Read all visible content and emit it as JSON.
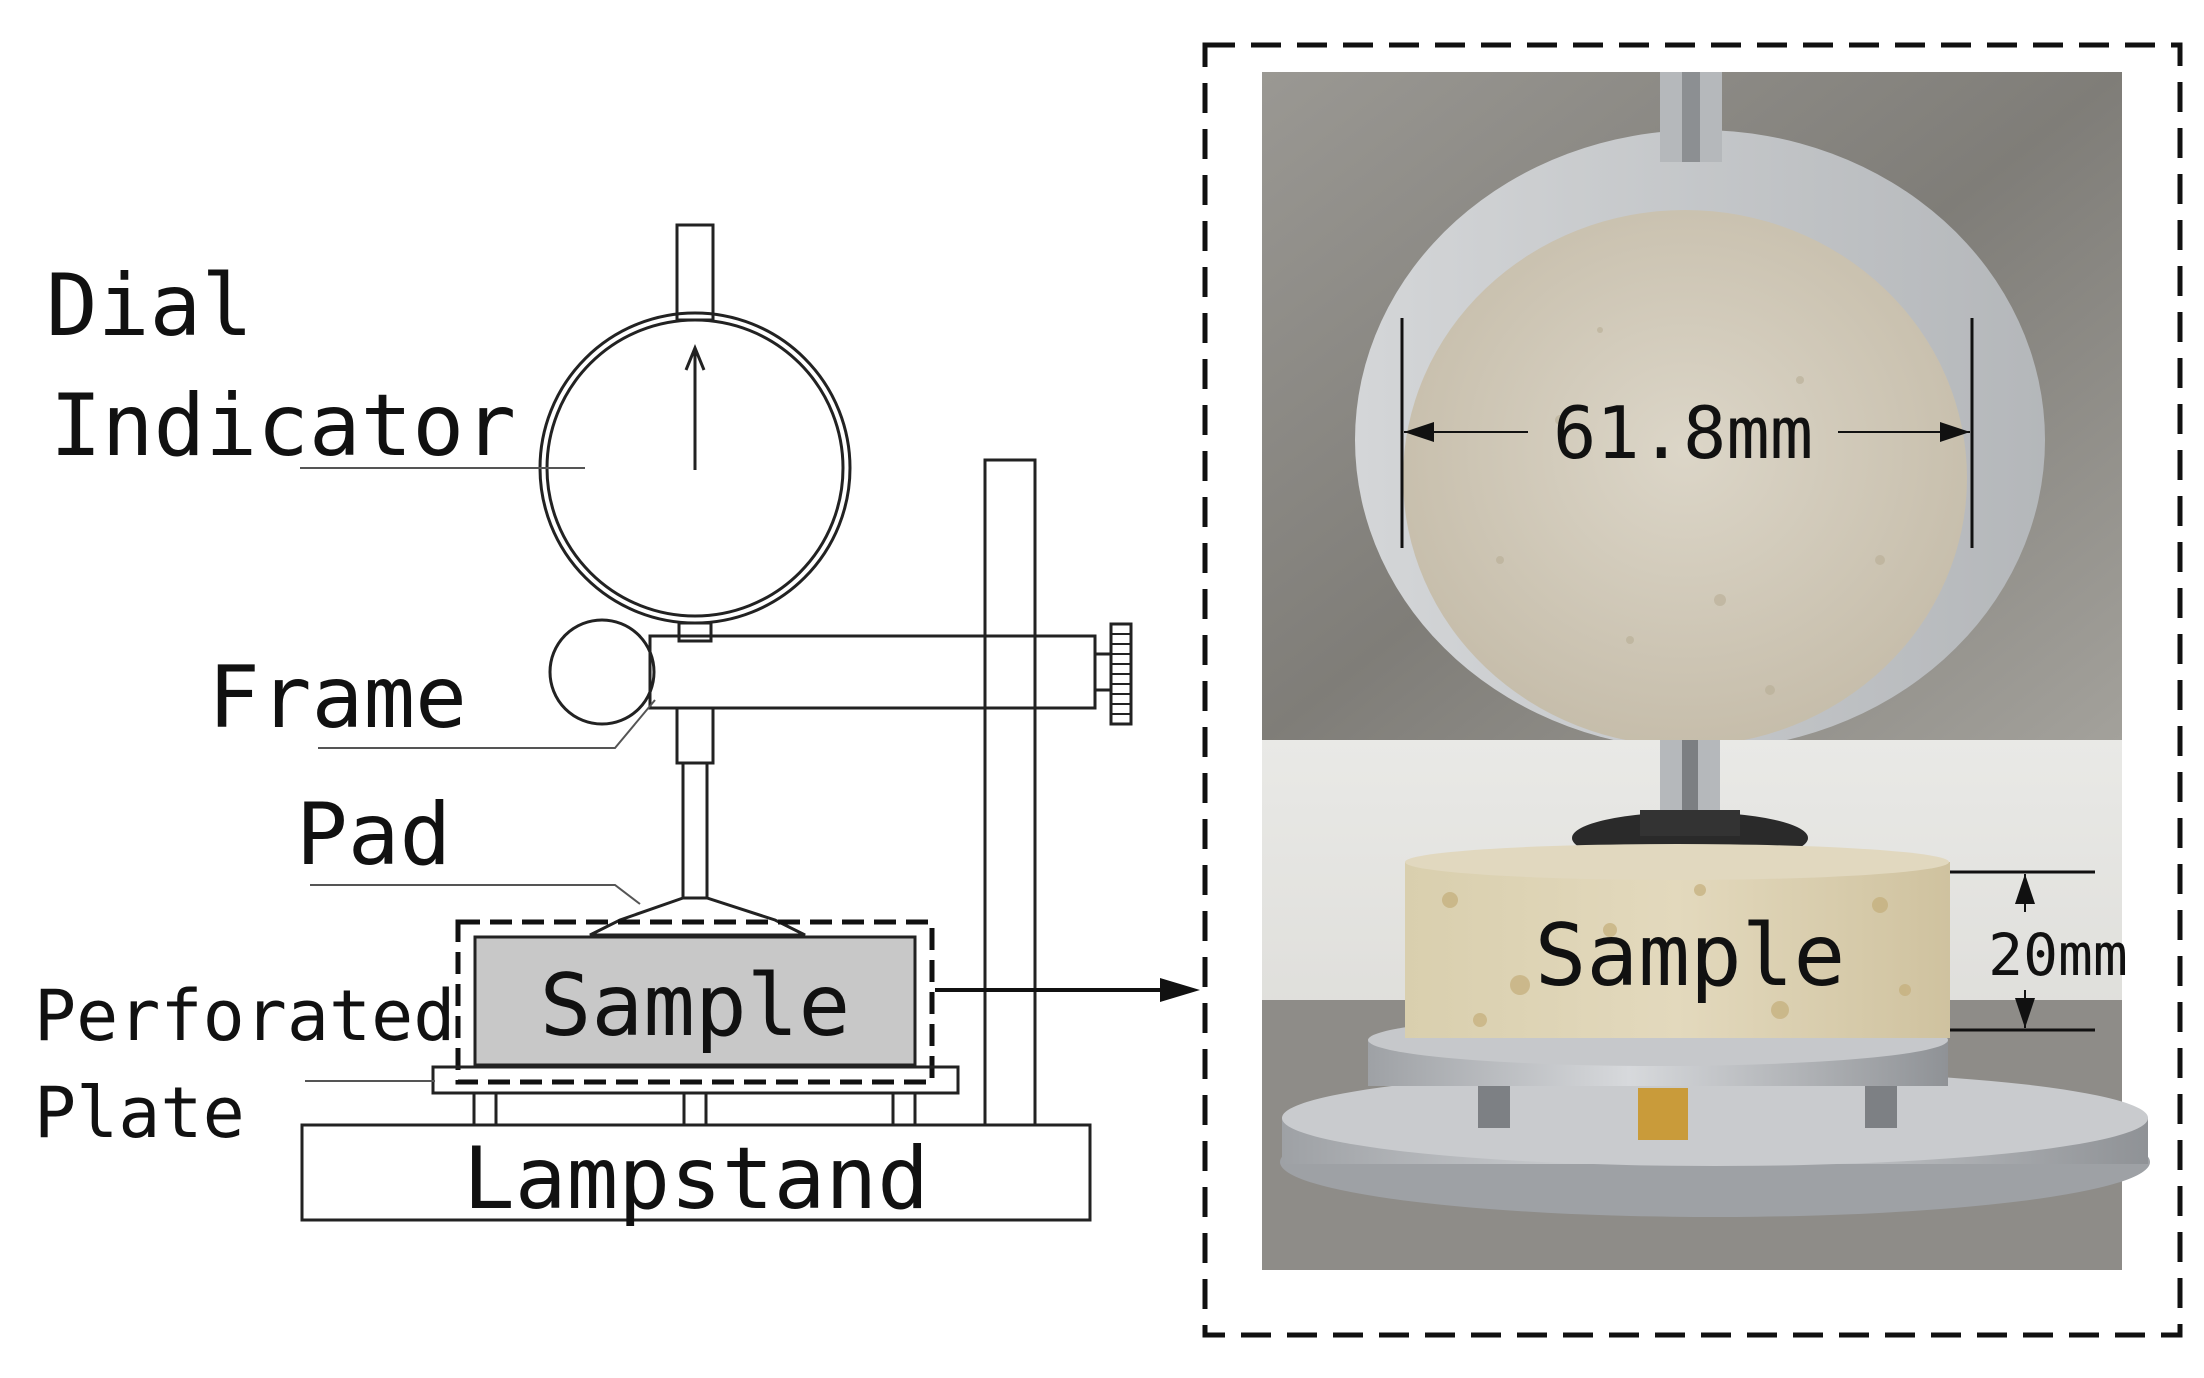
{
  "schematic": {
    "labels": {
      "dial_indicator_line1": "Dial",
      "dial_indicator_line2": "Indicator",
      "frame": "Frame",
      "pad": "Pad",
      "sample": "Sample",
      "perforated_line1": "Perforated",
      "perforated_line2": "Plate",
      "lampstand": "Lampstand"
    }
  },
  "photos": {
    "diameter_label": "61.8mm",
    "sample_label": "Sample",
    "height_label": "20mm"
  },
  "colors": {
    "sample_fill": "#c8c8c8",
    "metal": "#b9bcc0",
    "soil": "#d8d0bd",
    "backdrop": "#8d8b86"
  }
}
